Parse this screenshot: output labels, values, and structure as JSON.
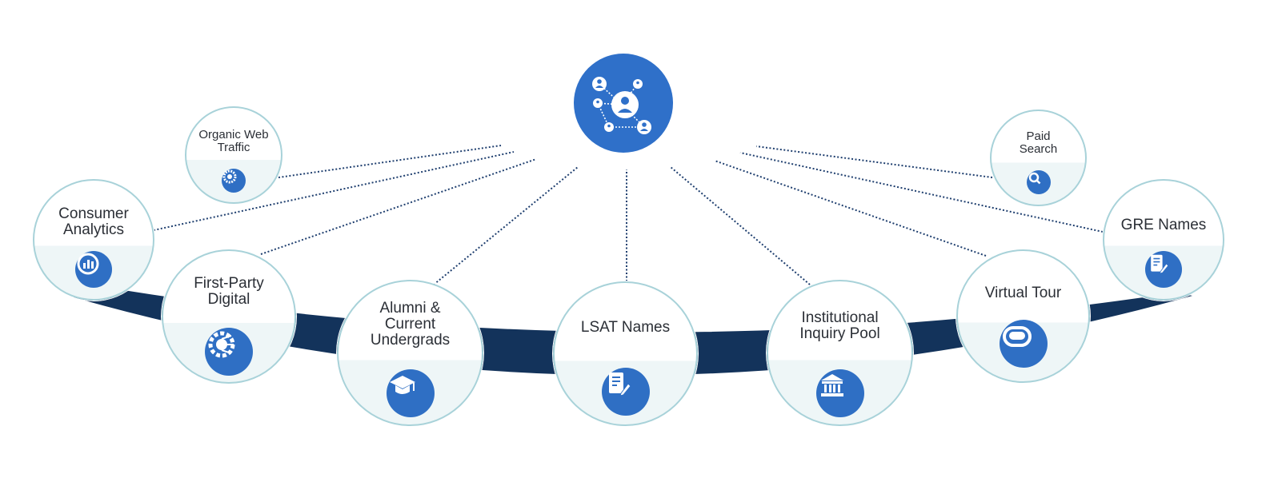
{
  "colors": {
    "band": "#13335b",
    "accent": "#2f6fc4",
    "ring": "#a8d2d9",
    "dots": "#1f3f6f"
  },
  "hub": {
    "icon": "network-of-people-icon"
  },
  "nodes": [
    {
      "id": "organic",
      "label_lines": [
        "Organic Web",
        "Traffic"
      ],
      "icon": "web-gear-icon"
    },
    {
      "id": "consumer",
      "label_lines": [
        "Consumer",
        "Analytics"
      ],
      "icon": "analytics-chart-icon"
    },
    {
      "id": "firstparty",
      "label_lines": [
        "First-Party",
        "Digital"
      ],
      "icon": "digital-circuit-gear-icon"
    },
    {
      "id": "alumni",
      "label_lines": [
        "Alumni &",
        "Current",
        "Undergrads"
      ],
      "icon": "graduation-cap-icon"
    },
    {
      "id": "lsat",
      "label_lines": [
        "LSAT Names"
      ],
      "icon": "document-edit-icon"
    },
    {
      "id": "institutional",
      "label_lines": [
        "Institutional",
        "Inquiry Pool"
      ],
      "icon": "institution-building-icon"
    },
    {
      "id": "virtual",
      "label_lines": [
        "Virtual Tour"
      ],
      "icon": "vr-headset-icon"
    },
    {
      "id": "gre",
      "label_lines": [
        "GRE Names"
      ],
      "icon": "document-edit-icon"
    },
    {
      "id": "paid",
      "label_lines": [
        "Paid",
        "Search"
      ],
      "icon": "search-magnifier-icon"
    }
  ]
}
